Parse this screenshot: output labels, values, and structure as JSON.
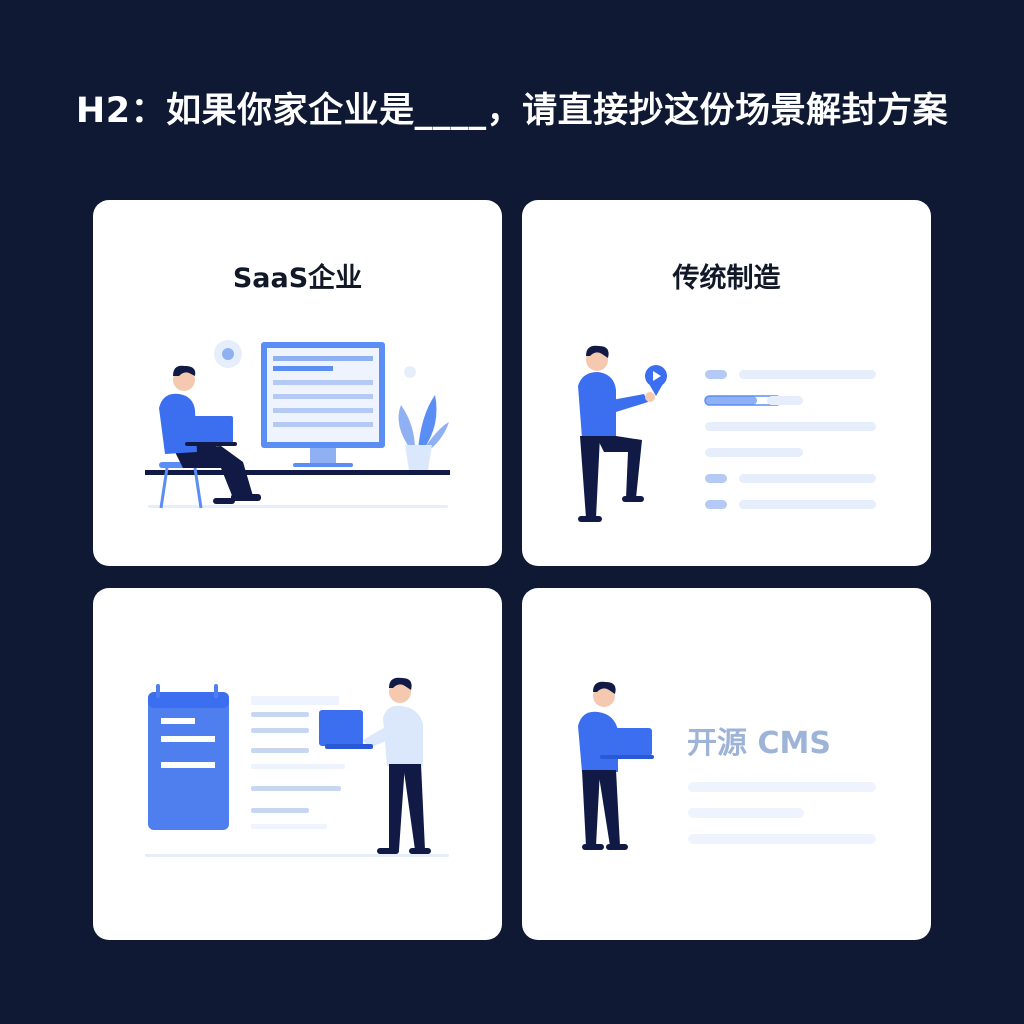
{
  "headline": "H2：如果你家企业是____，请直接抄这份场景解封方案",
  "cards": [
    {
      "title": "SaaS企业",
      "illustration_icon": "person-laptop-monitor-illustration"
    },
    {
      "title": "传统制造",
      "illustration_icon": "person-pointing-list-illustration"
    },
    {
      "title": "",
      "illustration_icon": "person-laptop-document-illustration"
    },
    {
      "title": "",
      "label": "开源 CMS",
      "illustration_icon": "person-laptop-cms-illustration"
    }
  ],
  "colors": {
    "background": "#0f1933",
    "card": "#ffffff",
    "accent_blue": "#3b6ff0",
    "navy": "#101a44",
    "light_blue": "#e6eefb"
  }
}
